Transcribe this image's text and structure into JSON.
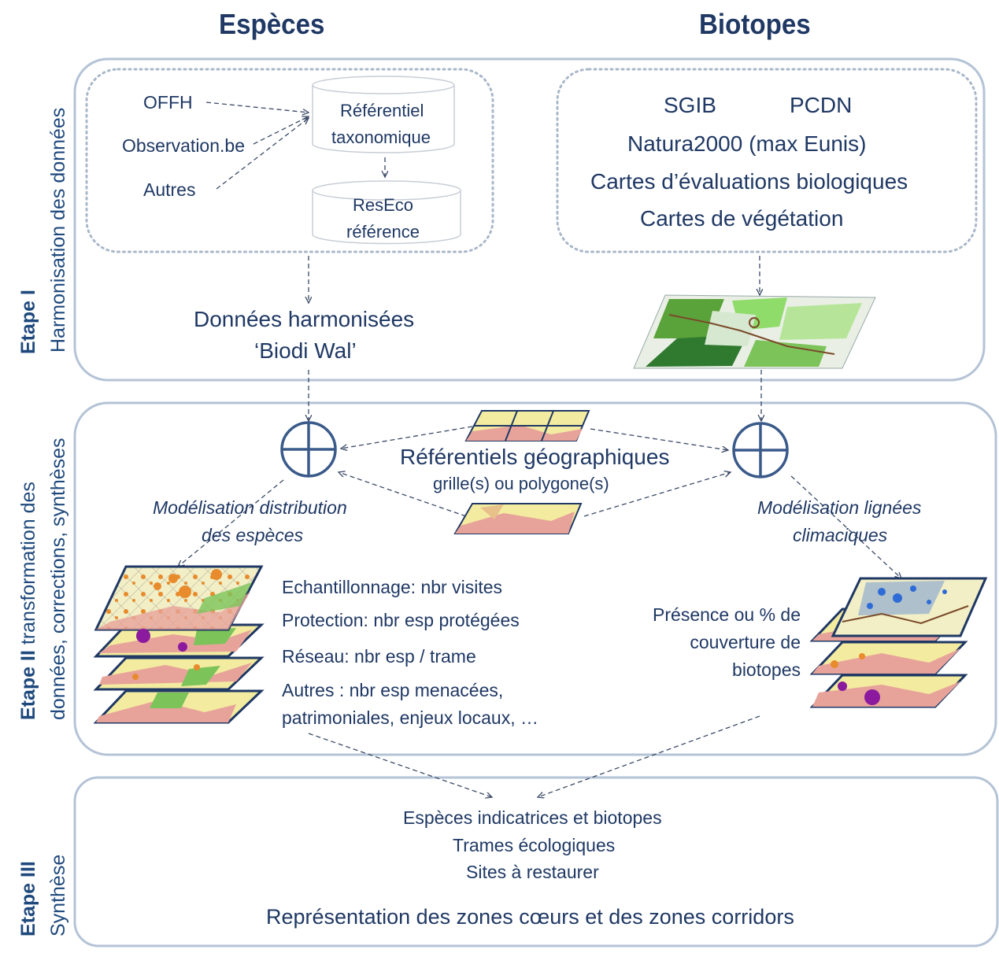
{
  "headers": {
    "species": "Espèces",
    "biotopes": "Biotopes"
  },
  "stage1": {
    "label_bold": "Etape I",
    "label_rest": "Harmonisation des données",
    "sources": [
      "OFFH",
      "Observation.be",
      "Autres"
    ],
    "db_taxo": [
      "Référentiel",
      "taxonomique"
    ],
    "db_reseco": [
      "ResEco",
      "référence"
    ],
    "biotope_sources": {
      "row1": [
        "SGIB",
        "PCDN"
      ],
      "natura": "Natura2000 (max Eunis)",
      "cartes_eval": "Cartes d’évaluations biologiques",
      "cartes_veg": "Cartes de végétation"
    },
    "harmonised": [
      "Données harmonisées",
      "‘Biodi Wal’"
    ]
  },
  "stage2": {
    "label_bold": "Etape II",
    "label_rest1": " transformation des",
    "label_rest2": "données, corrections, synthèses",
    "geo_title": "Référentiels géographiques",
    "geo_sub": "grille(s) ou polygone(s)",
    "model_species": [
      "Modélisation distribution",
      "des espèces"
    ],
    "model_biotopes": [
      "Modélisation lignées",
      "climaciques"
    ],
    "metrics": [
      "Echantillonnage:  nbr visites",
      "Protection: nbr esp protégées",
      "Réseau: nbr esp / trame",
      "Autres : nbr esp menacées,",
      "patrimoniales,  enjeux locaux,  …"
    ],
    "presence": [
      "Présence ou % de",
      "couverture de",
      "biotopes"
    ]
  },
  "stage3": {
    "label_bold": "Etape III",
    "label_rest": "Synthèse",
    "items": [
      "Espèces indicatrices et biotopes",
      "Trames  écologiques",
      "Sites à restaurer"
    ],
    "final": "Représentation des zones cœurs et des zones corridors"
  },
  "colors": {
    "navy": "#1f3864",
    "border": "#b4c3d6",
    "dotted": "#a9b7c9",
    "map_yellow": "#f3eba0",
    "map_pink": "#e7a39a",
    "map_green": "#7cc35a",
    "purple": "#8b1a9e",
    "orange": "#e8862a",
    "blue_dots": "#2f6bd6"
  }
}
